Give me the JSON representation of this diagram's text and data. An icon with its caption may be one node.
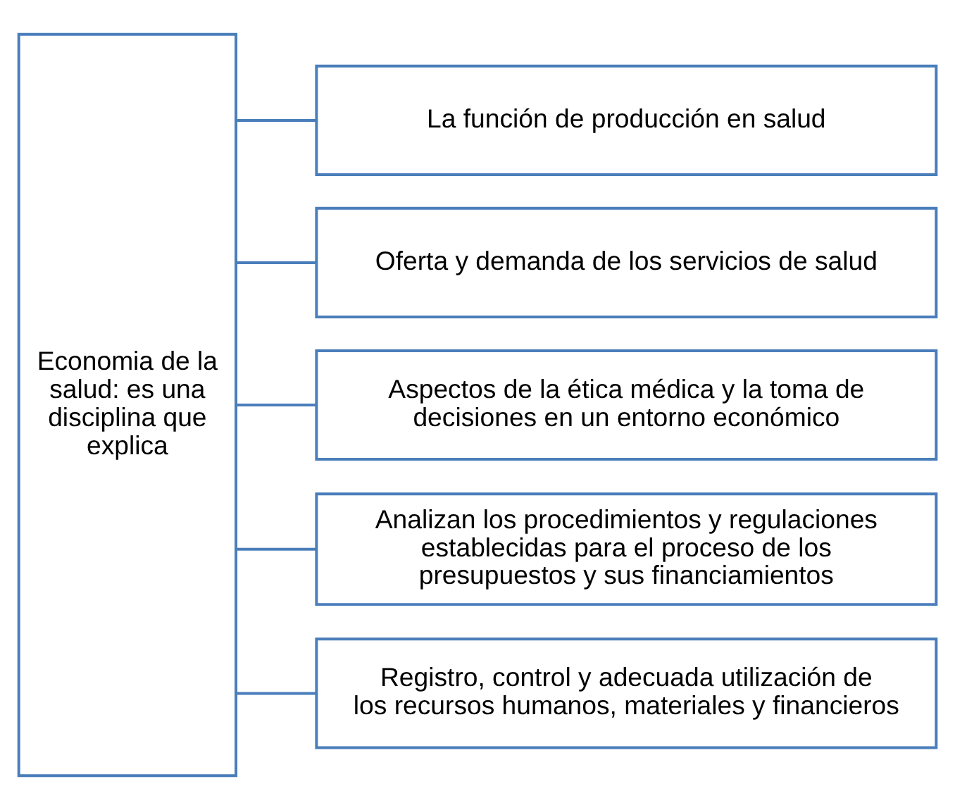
{
  "diagram": {
    "nodes": [
      {
        "text": [
          "Economia de la salud: es una disciplina que explica"
        ]
      },
      {
        "text": [
          "La función de producción en salud"
        ]
      },
      {
        "text": [
          "Oferta y demanda de los servicios de salud"
        ]
      },
      {
        "text": [
          "Aspectos de la ética médica y la toma de decisiones en un entorno económico"
        ]
      },
      {
        "text": [
          "Analizan los procedimientos y regulaciones establecidas para el proceso de los presupuestos y sus financiamientos"
        ]
      },
      {
        "text": [
          "Registro, control y adecuada utilización de los recursos humanos, materiales y financieros"
        ]
      }
    ],
    "edges": [
      {
        "from": 0,
        "to": 1,
        "arrow": "none"
      },
      {
        "from": 0,
        "to": 2,
        "arrow": "none"
      },
      {
        "from": 0,
        "to": 3,
        "arrow": "none"
      },
      {
        "from": 0,
        "to": 4,
        "arrow": "none"
      },
      {
        "from": 0,
        "to": 5,
        "arrow": "none"
      }
    ]
  }
}
